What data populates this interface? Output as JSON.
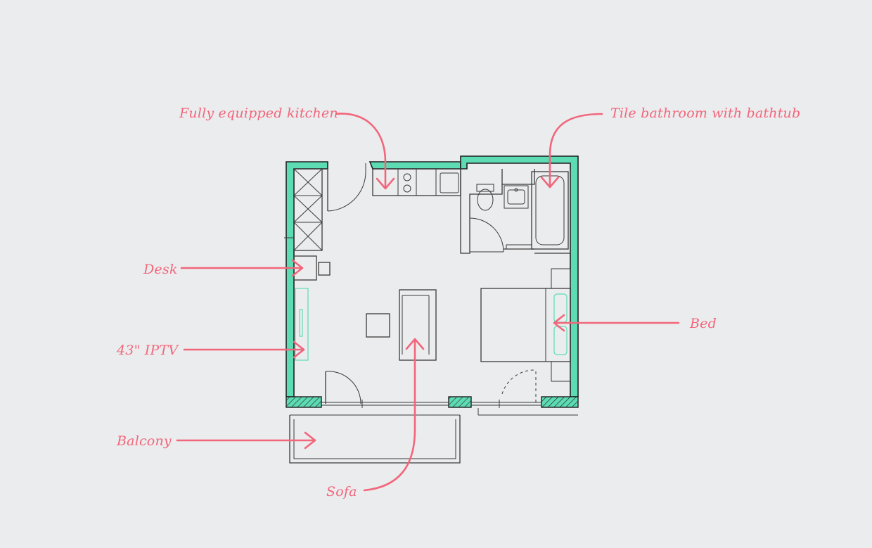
{
  "colors": {
    "background": "#ebecee",
    "wall": "#5ddbb3",
    "callout": "#f2667b",
    "linework": "#3a3a3a"
  },
  "labels": {
    "kitchen": "Fully equipped kitchen",
    "bathroom": "Tile bathroom with bathtub",
    "desk": "Desk",
    "bed": "Bed",
    "tv": "43\" IPTV",
    "balcony": "Balcony",
    "sofa": "Sofa"
  }
}
